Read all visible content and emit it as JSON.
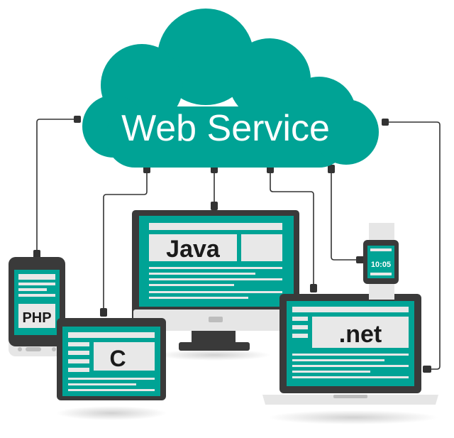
{
  "cloud": {
    "label": "Web Service"
  },
  "devices": {
    "phone": {
      "label": "PHP"
    },
    "tablet": {
      "label": "C"
    },
    "monitor": {
      "label": "Java"
    },
    "laptop": {
      "label": ".net"
    },
    "watch": {
      "label": "10:05"
    }
  },
  "colors": {
    "teal": "#00a395",
    "dark_frame": "#3a3a3a",
    "screen_light": "#e8e8e8",
    "wire": "#333333"
  }
}
